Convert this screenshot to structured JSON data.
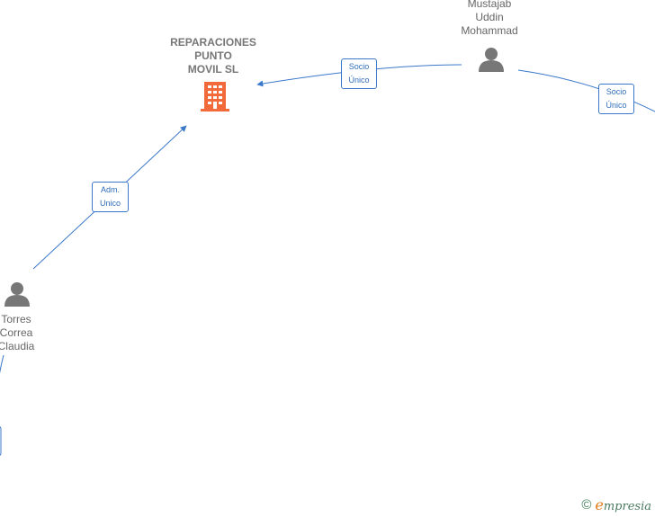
{
  "nodes": {
    "company": {
      "lines": [
        "REPARACIONES",
        "PUNTO",
        "MOVIL  SL"
      ],
      "icon": "building-icon",
      "color": "#f26a3a"
    },
    "person_top": {
      "lines": [
        "Mustajab",
        "Uddin",
        "Mohammad"
      ],
      "icon": "person-icon",
      "color": "#777777"
    },
    "person_left": {
      "lines": [
        "Torres",
        "Correa",
        "Claudia"
      ],
      "icon": "person-icon",
      "color": "#777777"
    }
  },
  "edges": {
    "top_to_company": {
      "lines": [
        "Socio",
        "Único"
      ]
    },
    "top_to_right": {
      "lines": [
        "Socio",
        "Único"
      ]
    },
    "left_to_company": {
      "lines": [
        "Adm.",
        "Unico"
      ]
    }
  },
  "colors": {
    "edge": "#3a78c9",
    "label_text": "#2f6db8"
  },
  "footer": {
    "copyright_symbol": "©",
    "brand_initial": "e",
    "brand_rest": "mpresia"
  }
}
